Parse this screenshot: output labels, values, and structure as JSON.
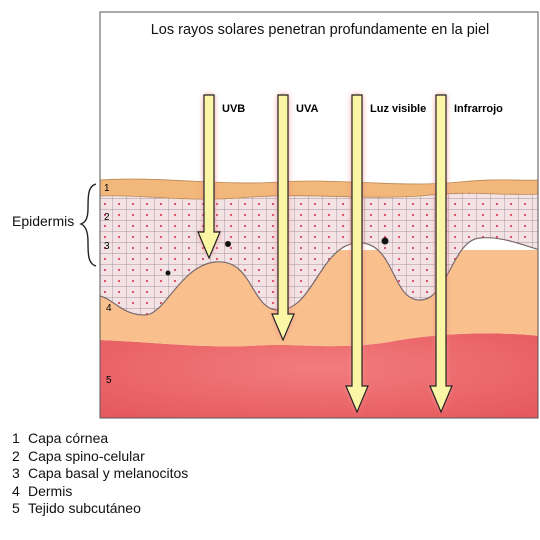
{
  "title": "Los rayos solares penetran profundamente en la piel",
  "epidermis_label": "Epidermis",
  "rays": [
    {
      "label": "UVB",
      "depth_layer": 3
    },
    {
      "label": "UVA",
      "depth_layer": 4
    },
    {
      "label": "Luz visible",
      "depth_layer": 5
    },
    {
      "label": "Infrarrojo",
      "depth_layer": 5
    }
  ],
  "layer_markers": [
    "1",
    "2",
    "3",
    "4",
    "5"
  ],
  "legend": [
    {
      "num": "1",
      "text": "Capa córnea"
    },
    {
      "num": "2",
      "text": "Capa spino-celular"
    },
    {
      "num": "3",
      "text": "Capa basal y melanocitos"
    },
    {
      "num": "4",
      "text": "Dermis"
    },
    {
      "num": "5",
      "text": "Tejido subcutáneo"
    }
  ],
  "colors": {
    "stratum_corneum": "#f2b77a",
    "epidermis_cells": "#f3e3e5",
    "cell_dot": "#d9455c",
    "dermis": "#f9c08d",
    "subcutaneous": "#f06d6f",
    "arrow_fill": "#fbf6a6",
    "arrow_glow": "#f08a8a"
  }
}
